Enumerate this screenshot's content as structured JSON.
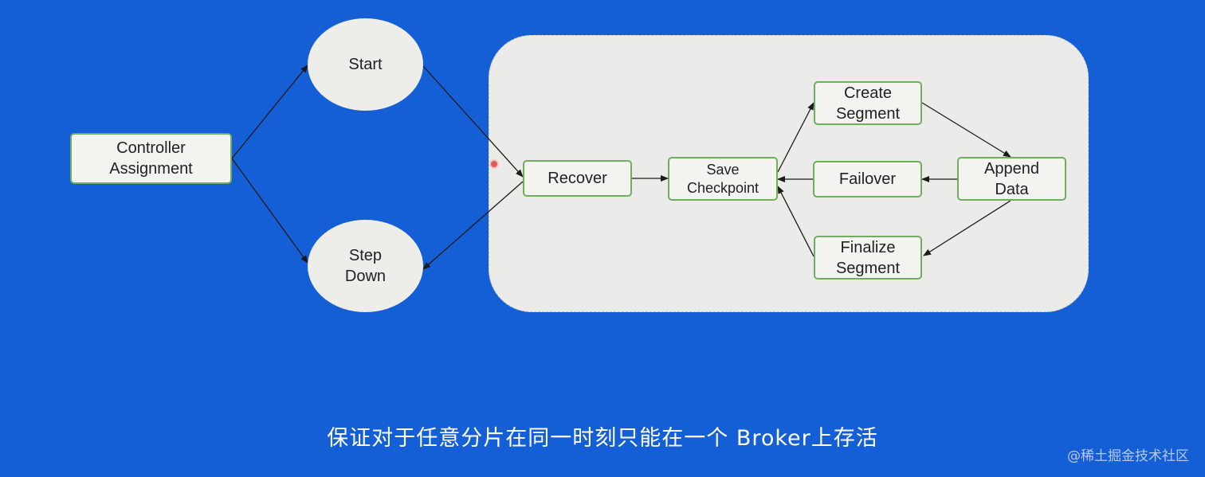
{
  "nodes": {
    "controller_assignment": "Controller\nAssignment",
    "start": "Start",
    "step_down": "Step\nDown",
    "recover": "Recover",
    "save_checkpoint": "Save\nCheckpoint",
    "create_segment": "Create\nSegment",
    "failover": "Failover",
    "append_data": "Append\nData",
    "finalize_segment": "Finalize\nSegment"
  },
  "caption": "保证对于任意分片在同一时刻只能在一个 Broker上存活",
  "watermark": "@稀土掘金技术社区",
  "colors": {
    "background": "#155fd6",
    "panel": "#ebebe9",
    "node_border": "#6fae5b",
    "arrow": "#1a1a1a"
  }
}
